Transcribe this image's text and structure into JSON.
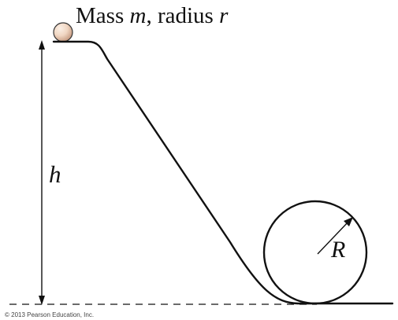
{
  "title": {
    "mass_text": "Mass ",
    "mass_symbol": "m",
    "separator": ",",
    "radius_text": " radius ",
    "radius_symbol": "r"
  },
  "labels": {
    "height": "h",
    "loop_radius": "R"
  },
  "copyright": "© 2013 Pearson Education, Inc.",
  "colors": {
    "stroke": "#111111",
    "text": "#111111",
    "ball_highlight": "#fbf0e6",
    "ball_mid": "#f0d6c2",
    "ball_shadow": "#c99f86",
    "copyright": "#444444"
  }
}
